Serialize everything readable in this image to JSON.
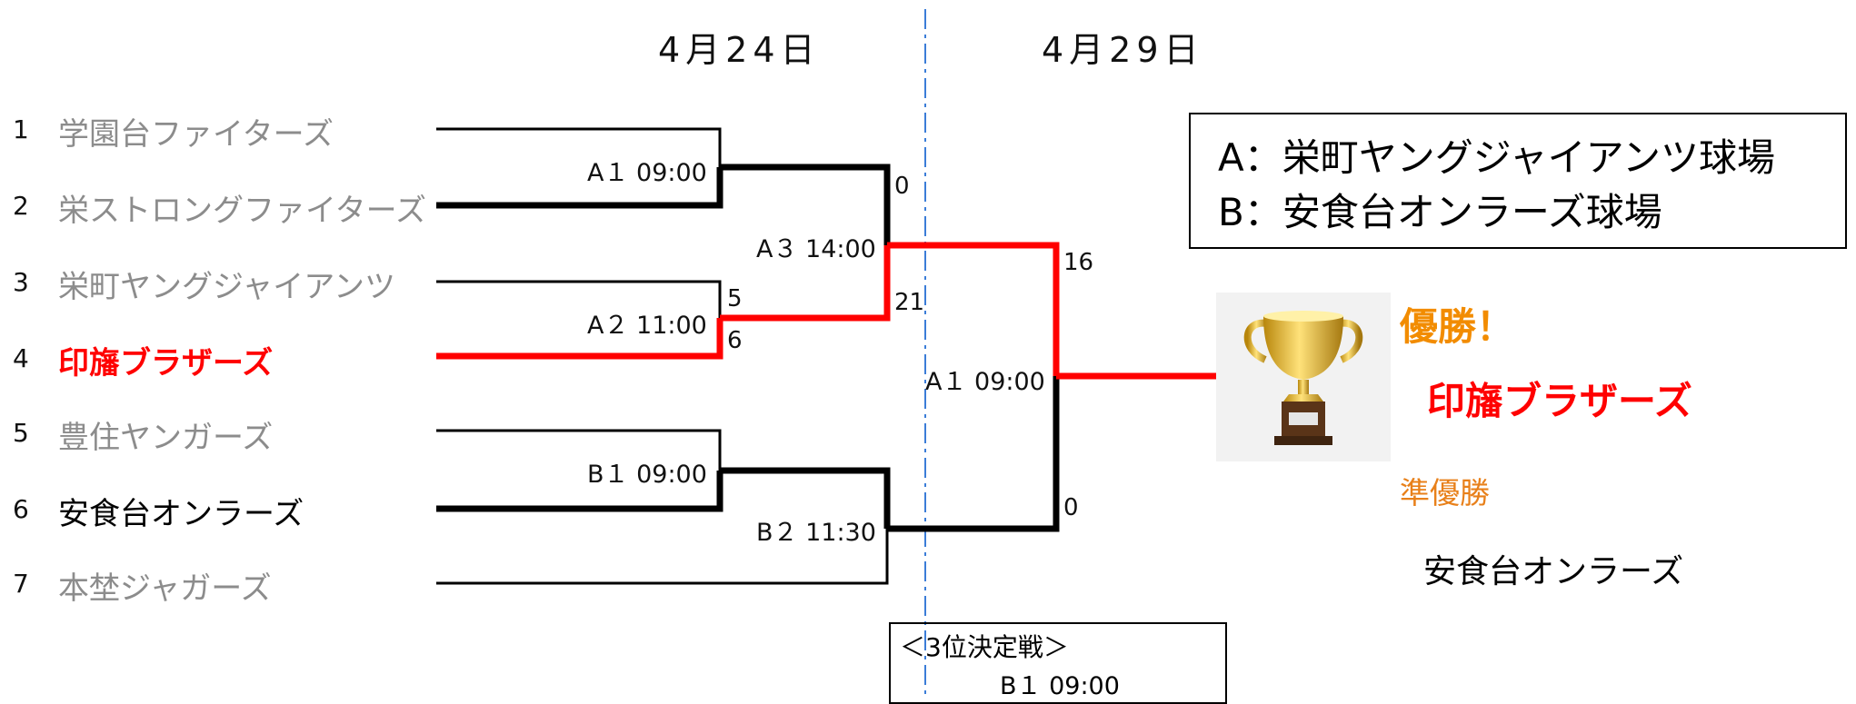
{
  "dates": {
    "round1": "4月24日",
    "round2": "4月29日"
  },
  "teams": [
    {
      "num": "1",
      "name": "学園台ファイターズ"
    },
    {
      "num": "2",
      "name": "栄ストロングファイターズ"
    },
    {
      "num": "3",
      "name": "栄町ヤングジャイアンツ"
    },
    {
      "num": "4",
      "name": "印旛ブラザーズ"
    },
    {
      "num": "5",
      "name": "豊住ヤンガーズ"
    },
    {
      "num": "6",
      "name": "安食台オンラーズ"
    },
    {
      "num": "7",
      "name": "本埜ジャガーズ"
    }
  ],
  "matches": {
    "a1_r1": "A１ 09:00",
    "a2": "A２ 11:00",
    "b1": "B１ 09:00",
    "a3": "A３ 14:00",
    "b2": "B２ 11:30",
    "a1_final": "A１ 09:00"
  },
  "scores": {
    "a3_top": "0",
    "a2_top": "5",
    "a2_bottom": "6",
    "a3_bottom": "21",
    "final_top": "16",
    "final_bottom": "0"
  },
  "legend": {
    "a": "A：栄町ヤングジャイアンツ球場",
    "b": "B：安食台オンラーズ球場"
  },
  "result": {
    "champion_label": "優勝！",
    "champion_name": "印旛ブラザーズ",
    "runner_up_label": "準優勝",
    "runner_up_name": "安食台オンラーズ"
  },
  "third_place": {
    "title": "＜3位決定戦＞",
    "match": "B１ 09:00"
  },
  "colors": {
    "winner_path": "#ff0000",
    "bracket": "#000000",
    "divider": "#3b7dd8",
    "champion_label": "#f28c00",
    "runner_up_label": "#e8801a",
    "eliminated_team": "#8c8c8c"
  },
  "icons": {
    "trophy": "trophy-icon"
  }
}
